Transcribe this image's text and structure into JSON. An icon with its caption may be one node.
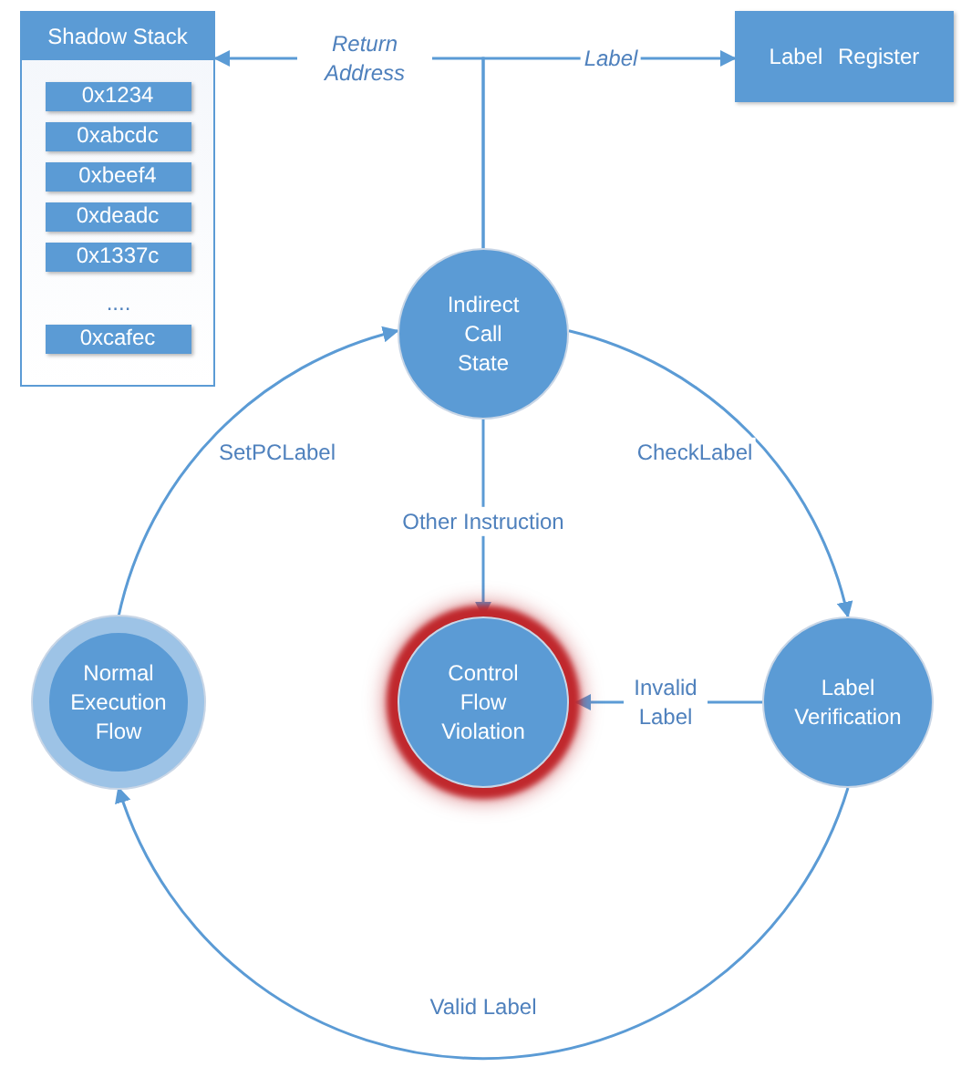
{
  "diagram": {
    "nodes": [
      {
        "text": [
          "Shadow Stack"
        ]
      },
      {
        "text": [
          "0x1234"
        ],
        "in": 0
      },
      {
        "text": [
          "0xabcdc"
        ],
        "in": 0
      },
      {
        "text": [
          "0xbeef4"
        ],
        "in": 0
      },
      {
        "text": [
          "0xdeadc"
        ],
        "in": 0
      },
      {
        "text": [
          "0x1337c"
        ],
        "in": 0
      },
      {
        "text": [
          "0xcafec"
        ],
        "in": 0
      },
      {
        "text": [
          "Label Register"
        ]
      },
      {
        "text": [
          "Indirect Call State"
        ]
      },
      {
        "text": [
          "Normal Execution Flow"
        ]
      },
      {
        "text": [
          "Control Flow Violation"
        ]
      },
      {
        "text": [
          "Label Verification"
        ]
      }
    ],
    "edges": [
      {
        "from": 8,
        "to": 0,
        "arrow": "to",
        "label": "Return Address"
      },
      {
        "from": 8,
        "to": 7,
        "arrow": "to",
        "label": "Label"
      },
      {
        "from": 8,
        "to": 11,
        "arrow": "to",
        "label": "CheckLabel"
      },
      {
        "from": 8,
        "to": 10,
        "arrow": "to",
        "label": "Other Instruction"
      },
      {
        "from": 11,
        "to": 10,
        "arrow": "to",
        "label": "Invalid Label"
      },
      {
        "from": 11,
        "to": 9,
        "arrow": "to",
        "label": "Valid Label"
      },
      {
        "from": 9,
        "to": 8,
        "arrow": "to",
        "label": "SetPCLabel"
      }
    ],
    "labels": [
      "...."
    ]
  }
}
